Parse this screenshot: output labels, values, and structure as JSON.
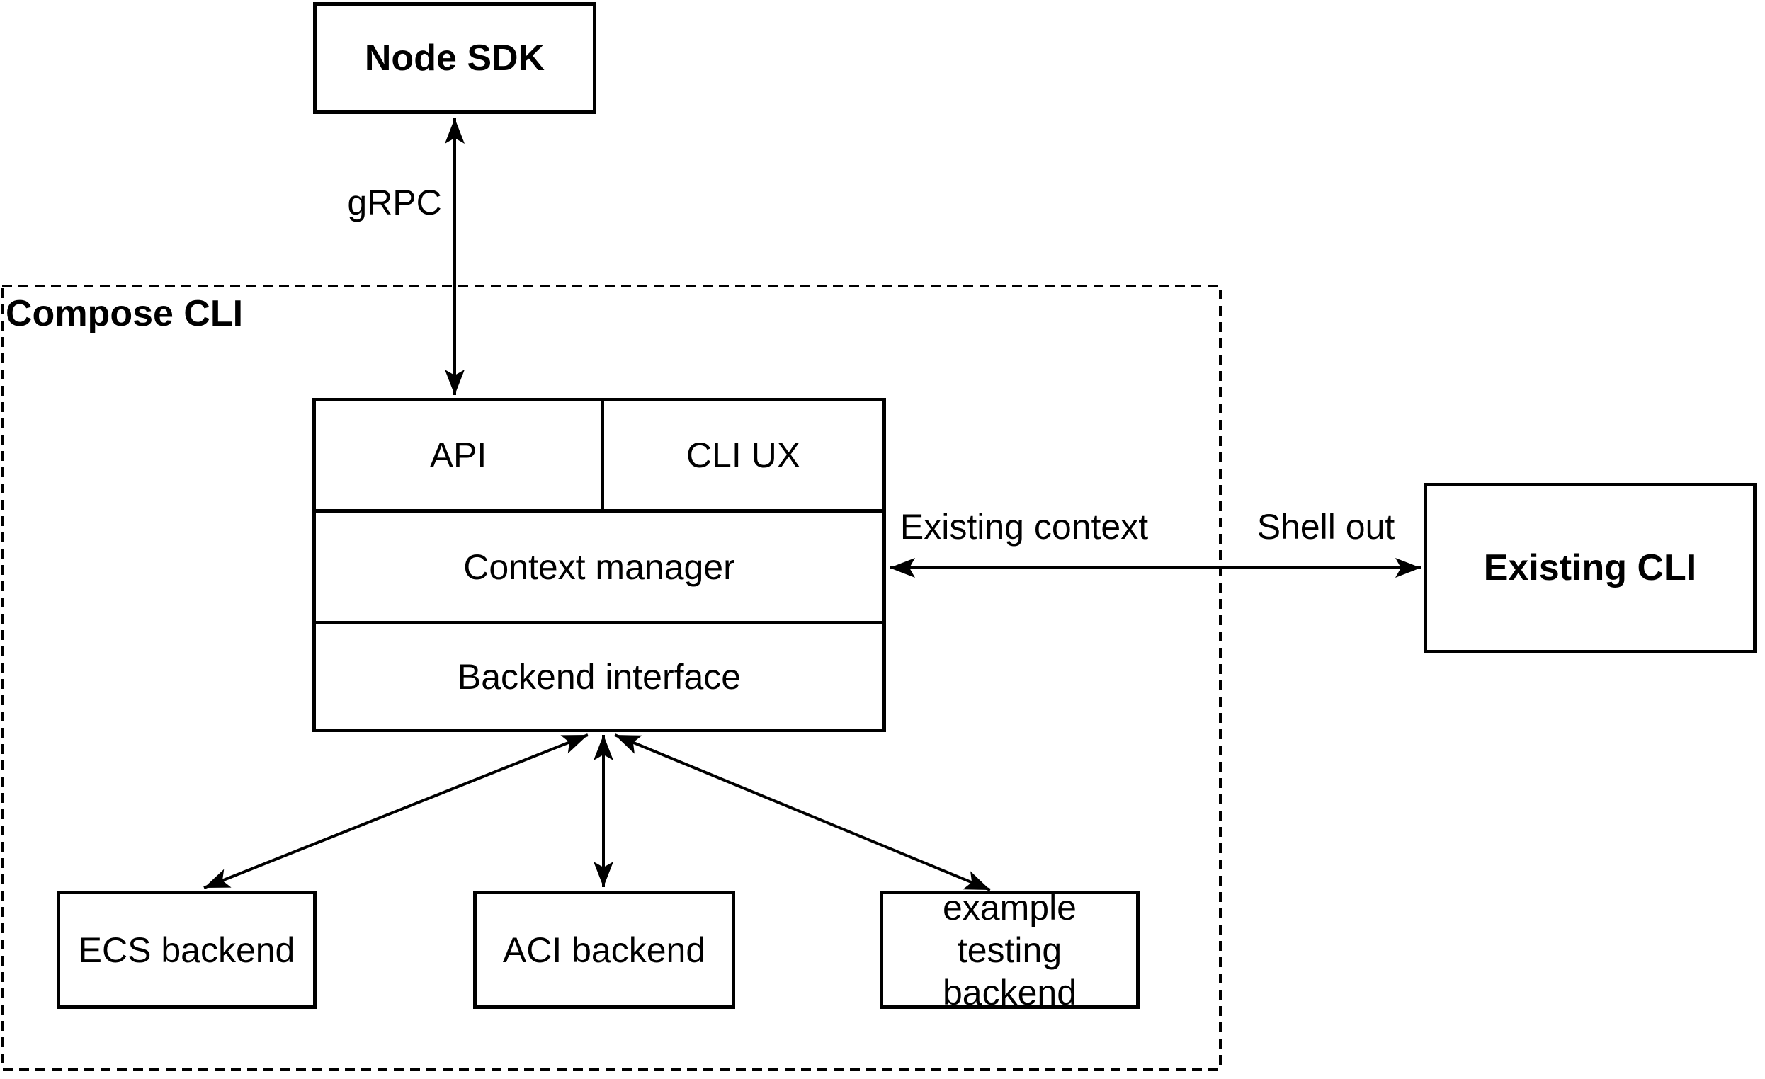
{
  "diagram": {
    "nodes": {
      "node_sdk": "Node SDK",
      "compose_cli": "Compose CLI",
      "api": "API",
      "cli_ux": "CLI UX",
      "context_manager": "Context manager",
      "backend_interface": "Backend interface",
      "existing_cli": "Existing CLI",
      "ecs_backend": "ECS backend",
      "aci_backend": "ACI backend",
      "example_testing_backend": "example testing backend"
    },
    "edge_labels": {
      "grpc": "gRPC",
      "existing_context": "Existing context",
      "shell_out": "Shell out"
    },
    "colors": {
      "stroke": "#000000",
      "background": "#ffffff",
      "text": "#000000"
    }
  }
}
